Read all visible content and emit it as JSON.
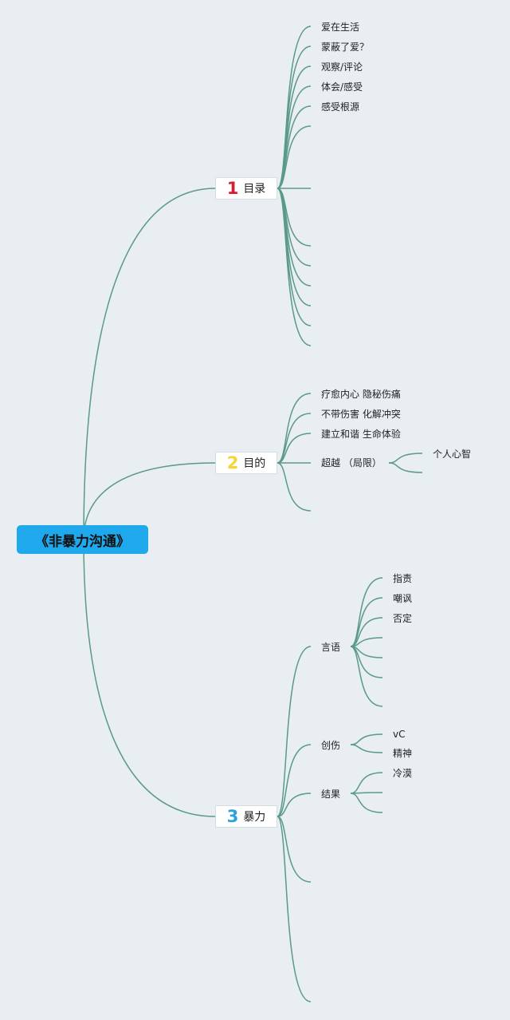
{
  "root": {
    "label": "《非暴力沟通》"
  },
  "topics": [
    {
      "number": "1",
      "number_color": "#d4202c",
      "label": "目录",
      "children": [
        "爱在生活",
        "蒙蔽了爱？",
        "观察/评论",
        "体会/感受",
        "感受根源"
      ]
    },
    {
      "number": "2",
      "number_color": "#f5d532",
      "label": "目的",
      "children": [
        "疗愈内心 隐秘伤痛",
        "不带伤害 化解冲突",
        "建立和谐 生命体验",
        "超越 （局限）"
      ],
      "grandchildren": [
        "个人心智"
      ]
    },
    {
      "number": "3",
      "number_color": "#2aa0dc",
      "label": "暴力",
      "children": [
        "言语",
        "创伤",
        "结果"
      ],
      "grandchildren": {
        "speech": [
          "指责",
          "嘲讽",
          "否定"
        ],
        "trauma": [
          "vC",
          "精神"
        ],
        "result": [
          "冷漠"
        ]
      }
    }
  ],
  "colors": {
    "background": "#e8eef1",
    "line": "#5a9a86",
    "root": "#1fa8ec"
  }
}
